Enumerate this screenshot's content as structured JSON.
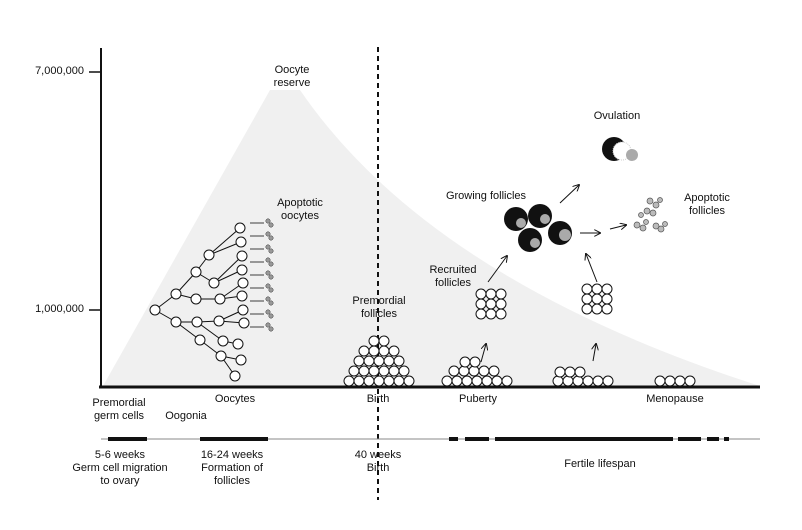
{
  "y_axis": {
    "tick_top": "7,000,000",
    "tick_mid": "1,000,000"
  },
  "labels": {
    "oocyte_reserve": [
      "Oocyte",
      "reserve"
    ],
    "apoptotic_oocytes": [
      "Apoptotic",
      "oocytes"
    ],
    "premordial_follicles": [
      "Premordial",
      "follicles"
    ],
    "growing_follicles": "Growing follicles",
    "ovulation": "Ovulation",
    "apoptotic_follicles": [
      "Apoptotic",
      "follicles"
    ],
    "recruited_follicles": [
      "Recruited",
      "follicles"
    ]
  },
  "x_labels": {
    "premordial_germ_cells": [
      "Premordial",
      "germ cells"
    ],
    "oogonia": "Oogonia",
    "oocytes": "Oocytes",
    "birth": "Birth",
    "puberty": "Puberty",
    "menopause": "Menopause"
  },
  "timeline": {
    "t1": [
      "5-6 weeks",
      "Germ cell migration",
      "to ovary"
    ],
    "t2": [
      "16-24 weeks",
      "Formation of",
      "follicles"
    ],
    "t3": [
      "40 weeks",
      "Birth"
    ],
    "t4": "Fertile lifespan"
  },
  "colors": {
    "ink": "#111111",
    "shade": "#eeeeee",
    "gray": "#9a9a9a"
  }
}
